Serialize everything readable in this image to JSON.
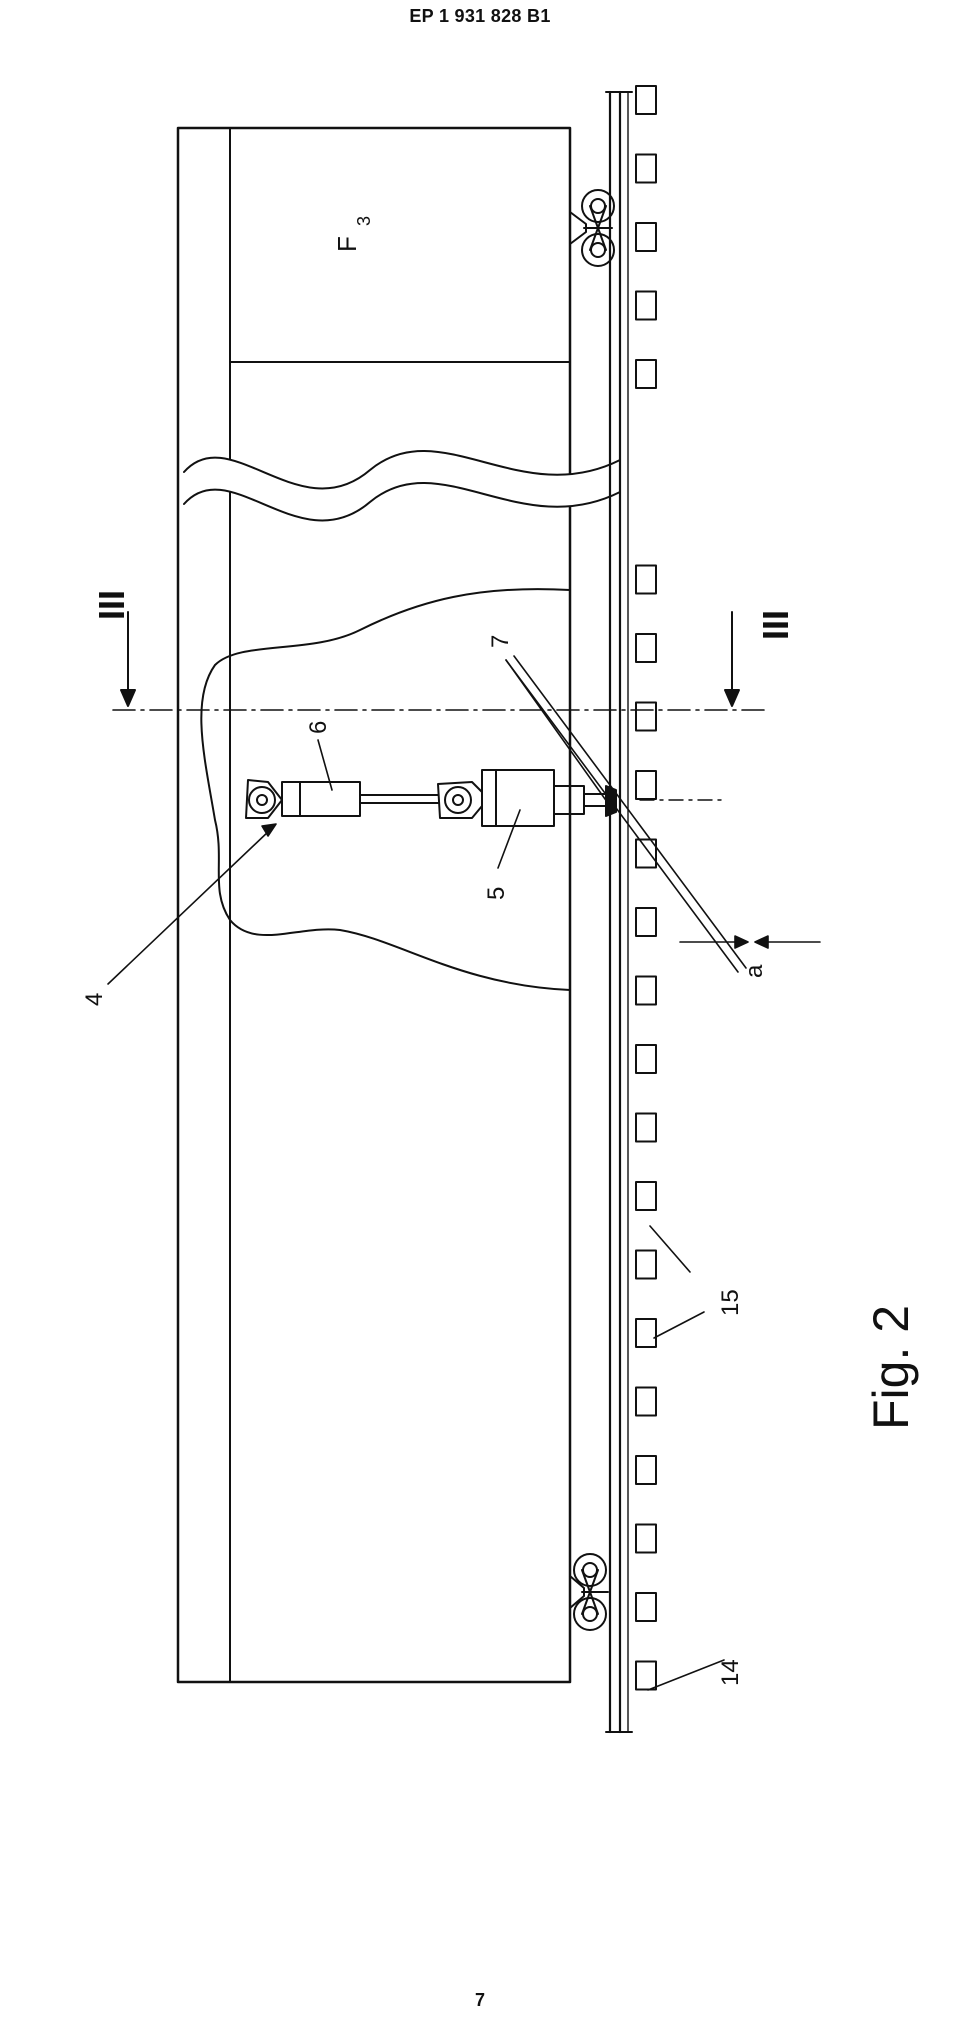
{
  "header": {
    "patent_number": "EP 1 931 828 B1"
  },
  "figure": {
    "caption": "Fig. 2",
    "labels": {
      "section_left": "III",
      "section_right": "III",
      "force": "F",
      "force_sub": "3",
      "ref_4": "4",
      "ref_5": "5",
      "ref_6": "6",
      "ref_7": "7",
      "ref_a": "a",
      "ref_14": "14",
      "ref_15": "15"
    }
  },
  "footer": {
    "page_number": "7"
  }
}
